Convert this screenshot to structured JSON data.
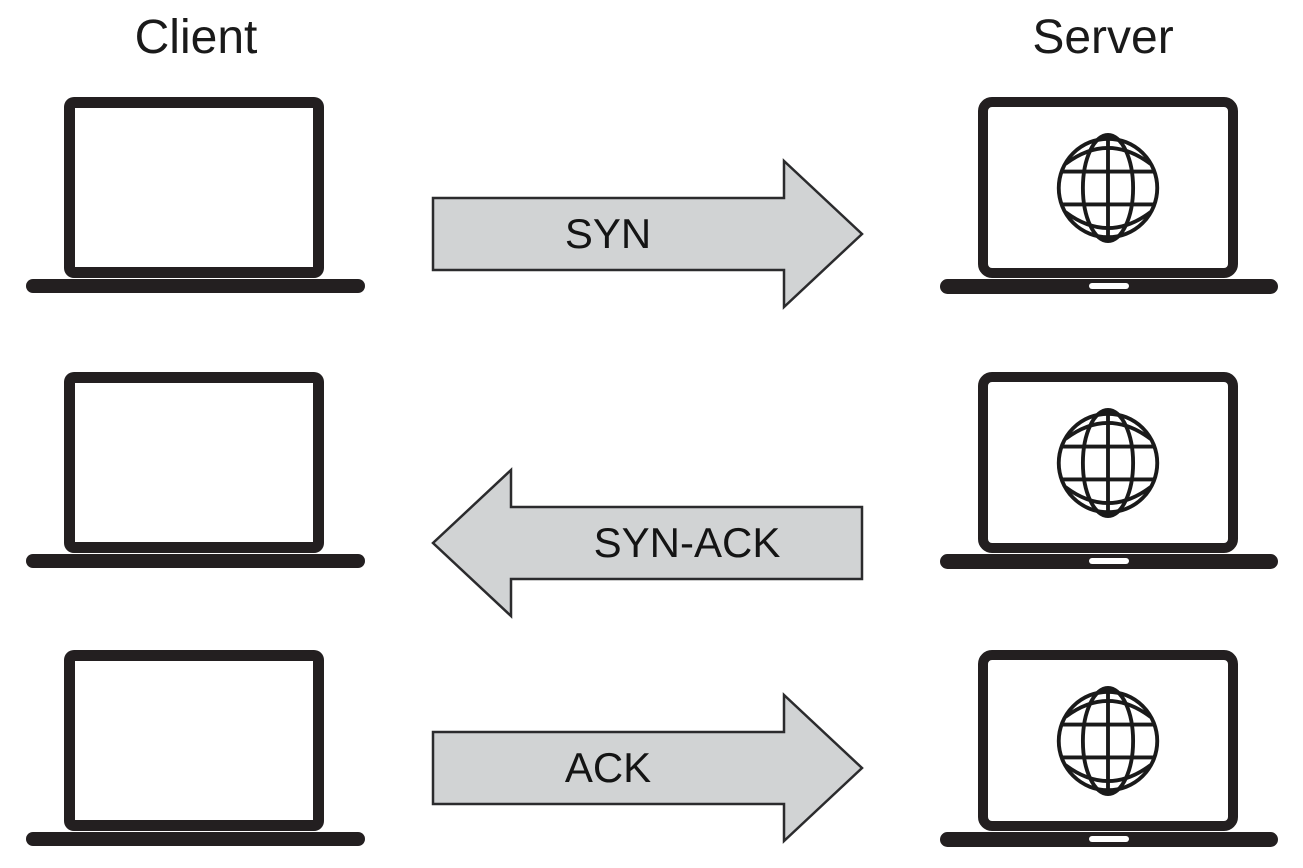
{
  "diagram": {
    "left_column_label": "Client",
    "right_column_label": "Server",
    "messages": [
      {
        "label": "SYN",
        "direction": "right",
        "from": "Client",
        "to": "Server"
      },
      {
        "label": "SYN-ACK",
        "direction": "left",
        "from": "Server",
        "to": "Client"
      },
      {
        "label": "ACK",
        "direction": "right",
        "from": "Client",
        "to": "Server"
      }
    ],
    "colors": {
      "arrow_fill": "#d1d3d4",
      "arrow_stroke": "#2b2b2d",
      "laptop_body": "#231f20",
      "text": "#1a1a1a",
      "background": "#ffffff"
    },
    "icons": {
      "client_screen": "blank",
      "server_screen": "globe"
    }
  }
}
